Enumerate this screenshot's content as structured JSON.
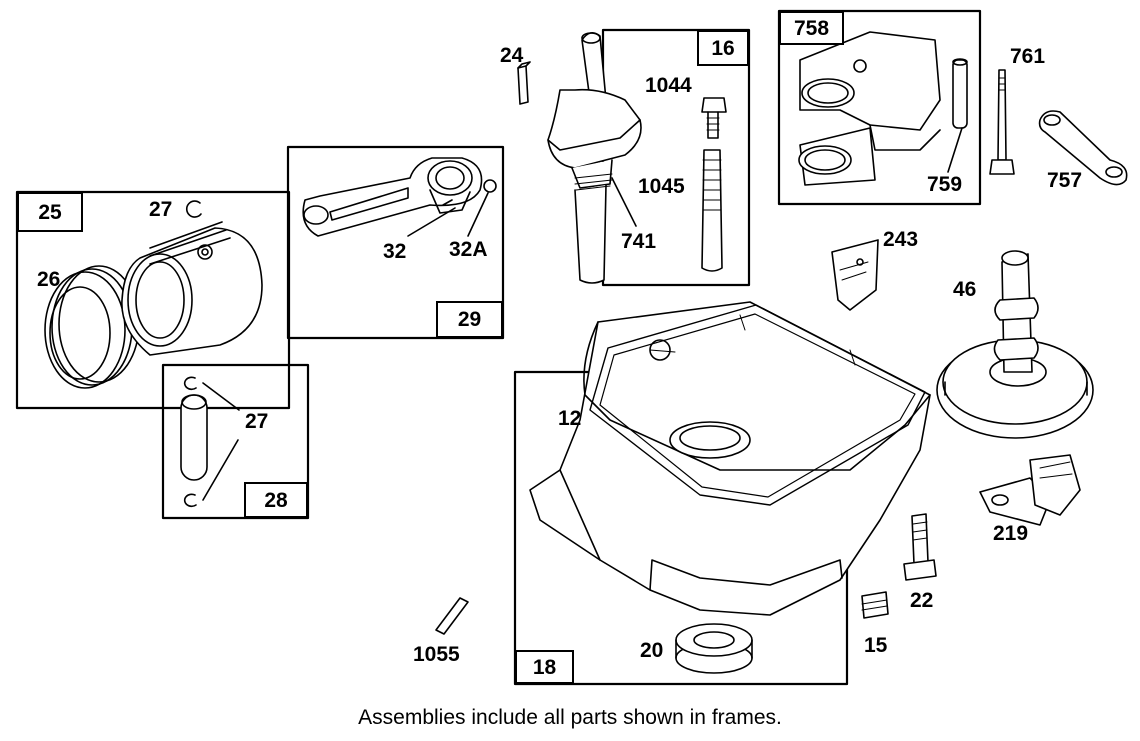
{
  "frames": {
    "f25": "25",
    "f29": "29",
    "f28": "28",
    "f16": "16",
    "f758": "758",
    "f18": "18"
  },
  "callouts": {
    "c24": "24",
    "c1044": "1044",
    "c1045": "1045",
    "c741": "741",
    "c761": "761",
    "c757": "757",
    "c759": "759",
    "c27a": "27",
    "c27b": "27",
    "c26": "26",
    "c32": "32",
    "c32A": "32A",
    "c243": "243",
    "c46": "46",
    "c12": "12",
    "c219": "219",
    "c22": "22",
    "c15": "15",
    "c20": "20",
    "c1055": "1055"
  },
  "caption": "Assemblies include all parts shown in frames."
}
